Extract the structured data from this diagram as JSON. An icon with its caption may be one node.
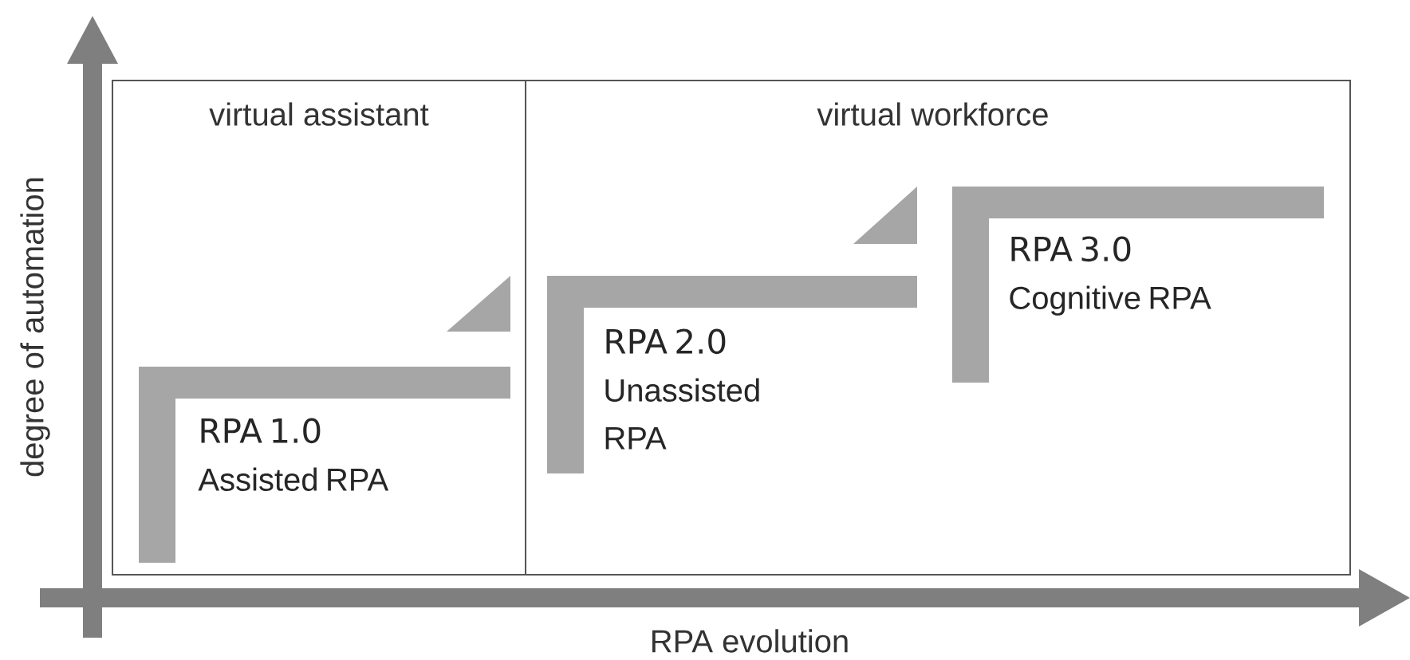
{
  "diagram": {
    "nodes": [
      {
        "text": [
          "virtual assistant"
        ]
      },
      {
        "text": [
          "virtual workforce"
        ]
      },
      {
        "text": [
          "RPA 1.0",
          "Assisted RPA"
        ],
        "in": 0
      },
      {
        "text": [
          "RPA 2.0",
          "Unassisted RPA"
        ],
        "in": 1
      },
      {
        "text": [
          "RPA 3.0",
          "Cognitive RPA"
        ],
        "in": 1
      }
    ],
    "edges": [],
    "labels": [
      "degree of automation",
      "RPA evolution"
    ]
  }
}
